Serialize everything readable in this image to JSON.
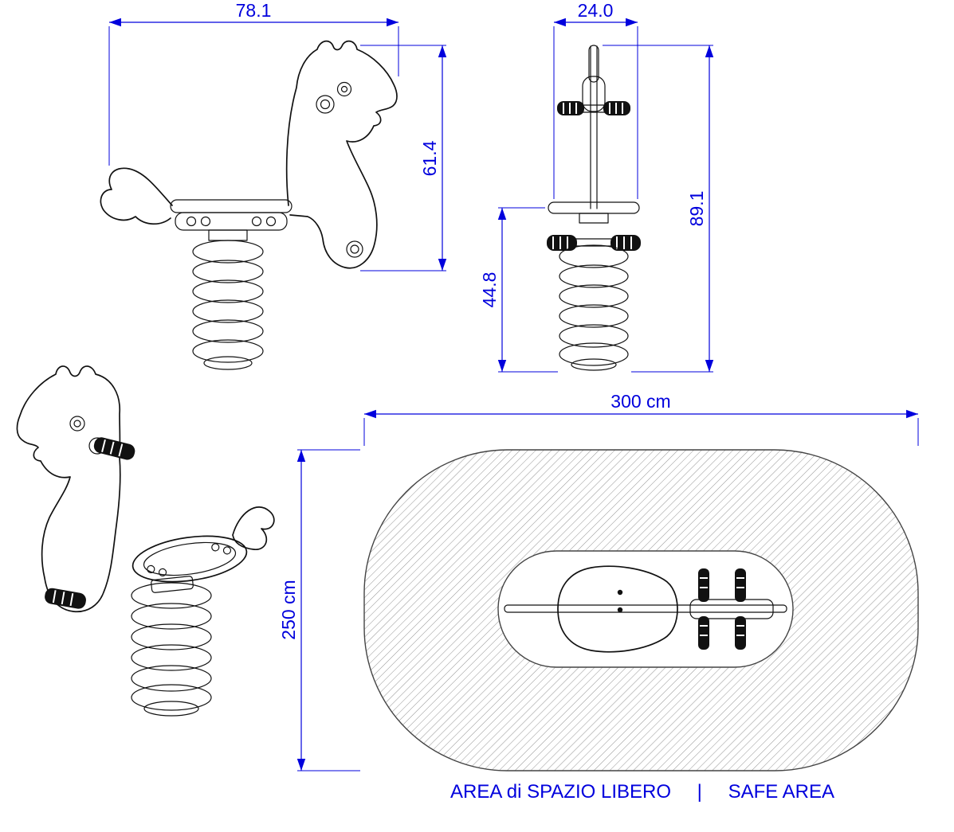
{
  "colors": {
    "dimension_blue": "#0000dd",
    "drawing_line": "#111111",
    "hatch_gray": "#949494"
  },
  "views": {
    "side": {
      "width_dim": "78.1",
      "height_dim": "61.4"
    },
    "front": {
      "width_dim": "24.0",
      "total_height_dim": "89.1",
      "lower_height_dim": "44.8"
    },
    "plan": {
      "width_dim": "300 cm",
      "depth_dim": "250 cm",
      "caption_left": "AREA di SPAZIO LIBERO",
      "caption_divider": "|",
      "caption_right": "SAFE AREA"
    }
  }
}
